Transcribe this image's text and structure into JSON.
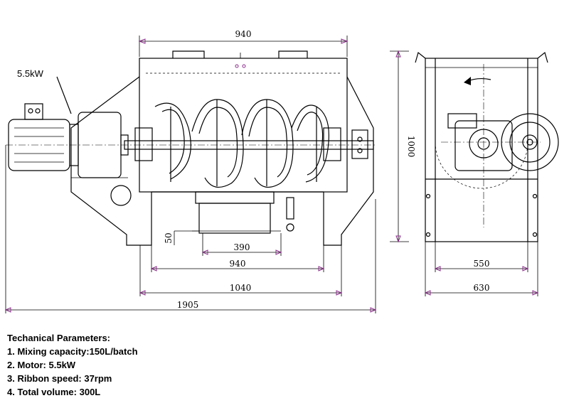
{
  "motor_label": "5.5kW",
  "dimensions": {
    "top_width": "940",
    "height": "1000",
    "outlet_height": "50",
    "outlet_width": "390",
    "bottom_width": "940",
    "frame_width": "1040",
    "overall_length": "1905",
    "side_inner_width": "550",
    "side_outer_width": "630"
  },
  "parameters": {
    "heading": "Techanical Parameters:",
    "items": [
      "1. Mixing capacity:150L/batch",
      "2. Motor: 5.5kW",
      "3. Ribbon speed: 37rpm",
      "4. Total volume: 300L"
    ]
  }
}
